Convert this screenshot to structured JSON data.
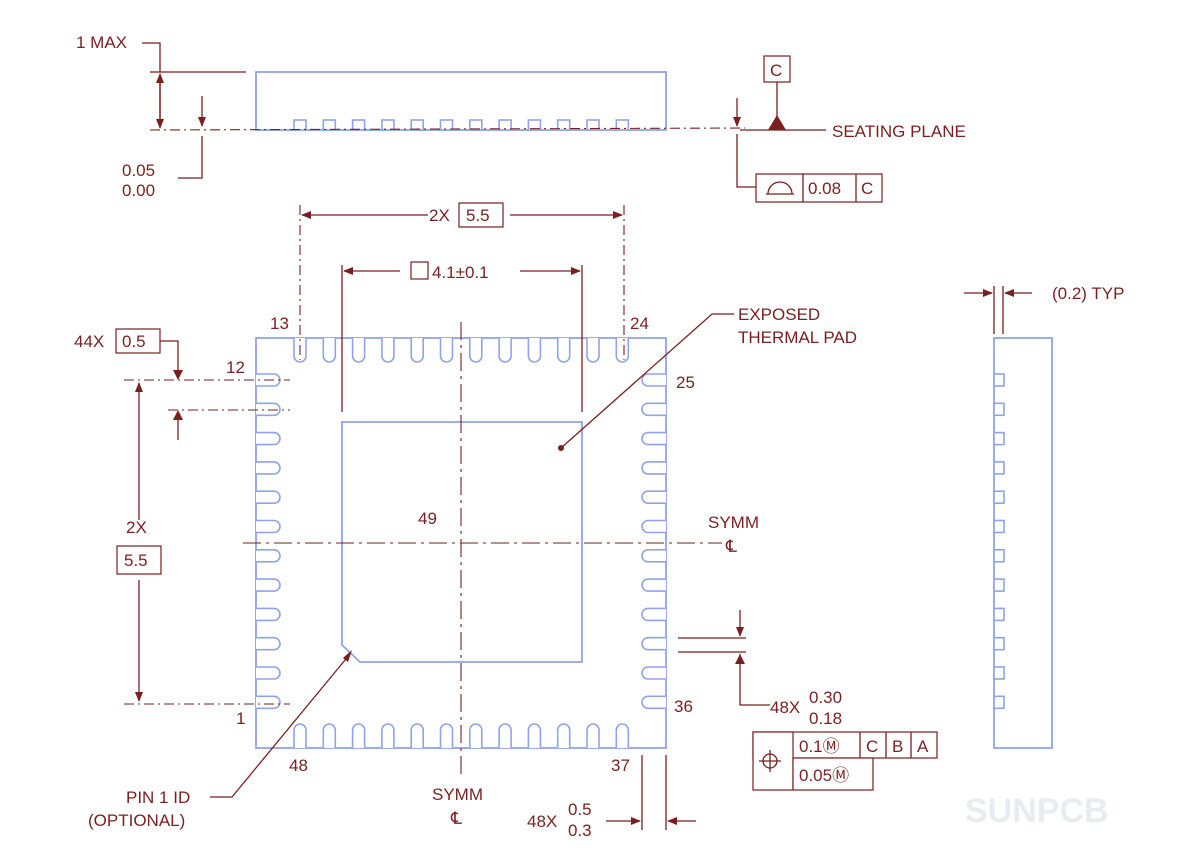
{
  "title": "",
  "labels": {
    "max_height": "1 MAX",
    "standoff_max": "0.05",
    "standoff_min": "0.00",
    "datum_c": "C",
    "seating_plane": "SEATING PLANE",
    "flatness_value": "0.08",
    "flatness_datum": "C",
    "body_prefix": "2X",
    "body_value": "5.5",
    "pad_size": "4.1±0.1",
    "pin_13": "13",
    "pin_24": "24",
    "pin_12": "12",
    "pin_25": "25",
    "pin_1": "1",
    "pin_36": "36",
    "pin_48": "48",
    "pin_37": "37",
    "pitch_prefix": "44X",
    "pitch_value": "0.5",
    "exposed_pad_1": "EXPOSED",
    "exposed_pad_2": "THERMAL PAD",
    "pad_number": "49",
    "symm_right": "SYMM",
    "symm_bottom": "SYMM",
    "body_v_prefix": "2X",
    "body_v_value": "5.5",
    "lead_width_prefix": "48X",
    "lead_width_max": "0.30",
    "lead_width_min": "0.18",
    "pos_tol_1": "0.1Ⓜ",
    "pos_tol_1_c": "C",
    "pos_tol_1_b": "B",
    "pos_tol_1_a": "A",
    "pos_tol_2": "0.05Ⓜ",
    "pin1_id_1": "PIN 1 ID",
    "pin1_id_2": "(OPTIONAL)",
    "lead_len_prefix": "48X",
    "lead_len_max": "0.5",
    "lead_len_min": "0.3",
    "typ_thickness": "(0.2) TYP",
    "watermark": "SUNPCB"
  },
  "colors": {
    "outline": "#8fa4e8",
    "annotation": "#7a1f1f"
  }
}
